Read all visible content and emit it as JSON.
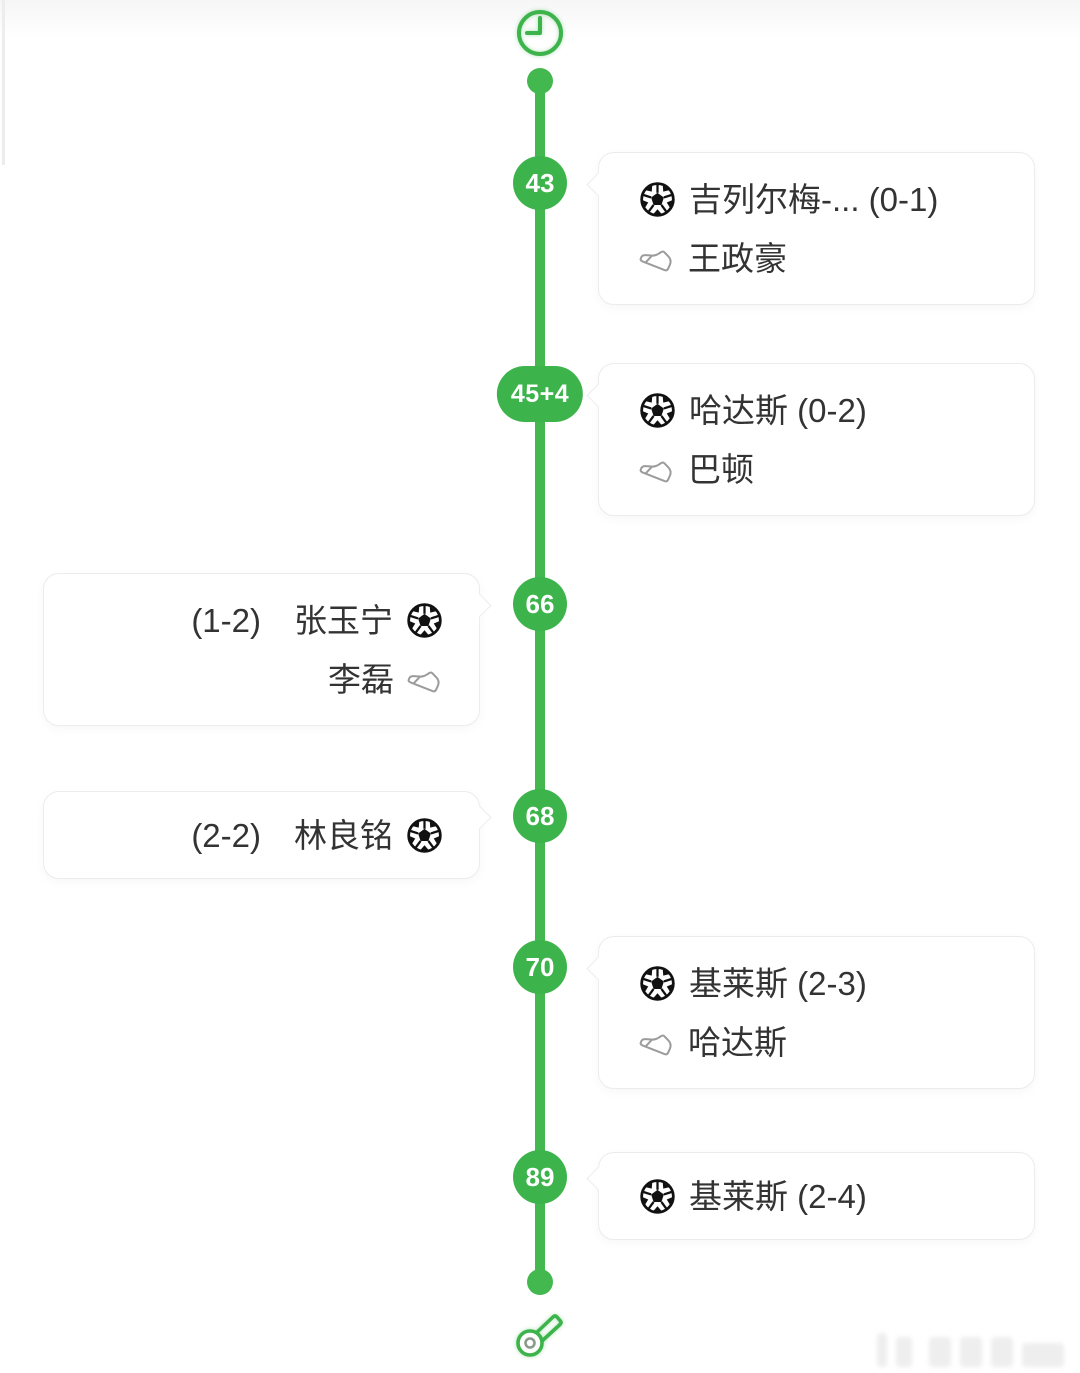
{
  "colors": {
    "accent": "#3CB44B",
    "timeline_line": "#43B84E",
    "card_border": "#ECECEC",
    "event_text": "#333333",
    "minute_text": "#FFFFFF",
    "assist_icon_gray": "#9B9B9B",
    "ball_black": "#111111"
  },
  "timeline": {
    "start_icon": "clock-icon",
    "end_icon": "whistle-icon",
    "events": [
      {
        "minute": "43",
        "side": "right",
        "rows": [
          {
            "icon": "soccer-ball-icon",
            "text": "吉列尔梅-... (0-1)"
          },
          {
            "icon": "shoe-icon",
            "text": "王政豪"
          }
        ]
      },
      {
        "minute": "45+4",
        "side": "right",
        "rows": [
          {
            "icon": "soccer-ball-icon",
            "text": "哈达斯 (0-2)"
          },
          {
            "icon": "shoe-icon",
            "text": "巴顿"
          }
        ]
      },
      {
        "minute": "66",
        "side": "left",
        "rows": [
          {
            "icon": "soccer-ball-icon",
            "text": "(1-2)　张玉宁"
          },
          {
            "icon": "shoe-icon",
            "text": "李磊"
          }
        ]
      },
      {
        "minute": "68",
        "side": "left",
        "rows": [
          {
            "icon": "soccer-ball-icon",
            "text": "(2-2)　林良铭"
          }
        ]
      },
      {
        "minute": "70",
        "side": "right",
        "rows": [
          {
            "icon": "soccer-ball-icon",
            "text": "基莱斯 (2-3)"
          },
          {
            "icon": "shoe-icon",
            "text": "哈达斯"
          }
        ]
      },
      {
        "minute": "89",
        "side": "right",
        "rows": [
          {
            "icon": "soccer-ball-icon",
            "text": "基莱斯 (2-4)"
          }
        ]
      }
    ]
  }
}
